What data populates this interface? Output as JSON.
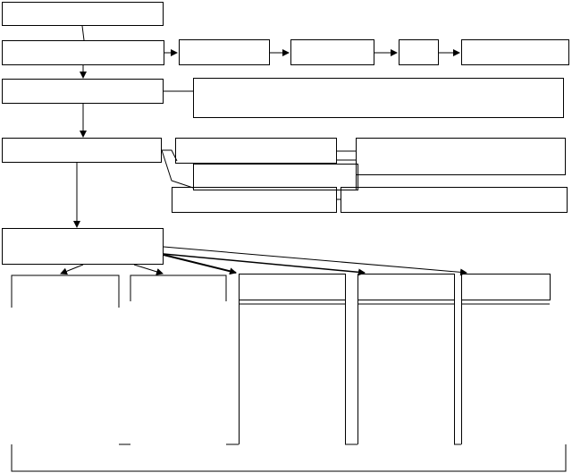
{
  "diagram": {
    "title": "",
    "boxes": [
      {
        "id": "box-top",
        "label": ""
      },
      {
        "id": "box-row2-main",
        "label": ""
      },
      {
        "id": "box-row2-b",
        "label": ""
      },
      {
        "id": "box-row2-c",
        "label": ""
      },
      {
        "id": "box-row2-d",
        "label": ""
      },
      {
        "id": "box-row2-e",
        "label": ""
      },
      {
        "id": "box-level3",
        "label": ""
      },
      {
        "id": "box-level3-wide",
        "label": ""
      },
      {
        "id": "box-level4",
        "label": ""
      },
      {
        "id": "box-level4-branch-a",
        "label": ""
      },
      {
        "id": "box-level4-branch-b",
        "label": ""
      },
      {
        "id": "box-level4-right-top",
        "label": ""
      },
      {
        "id": "box-level4-bottom-left",
        "label": ""
      },
      {
        "id": "box-level4-bottom-right",
        "label": ""
      },
      {
        "id": "box-level5",
        "label": ""
      },
      {
        "id": "column-1",
        "label": ""
      },
      {
        "id": "column-2",
        "label": ""
      },
      {
        "id": "column-3",
        "label": ""
      },
      {
        "id": "column-4",
        "label": ""
      },
      {
        "id": "column-5",
        "label": ""
      }
    ],
    "line_color": "#000000",
    "box_fill": "#ffffff"
  }
}
